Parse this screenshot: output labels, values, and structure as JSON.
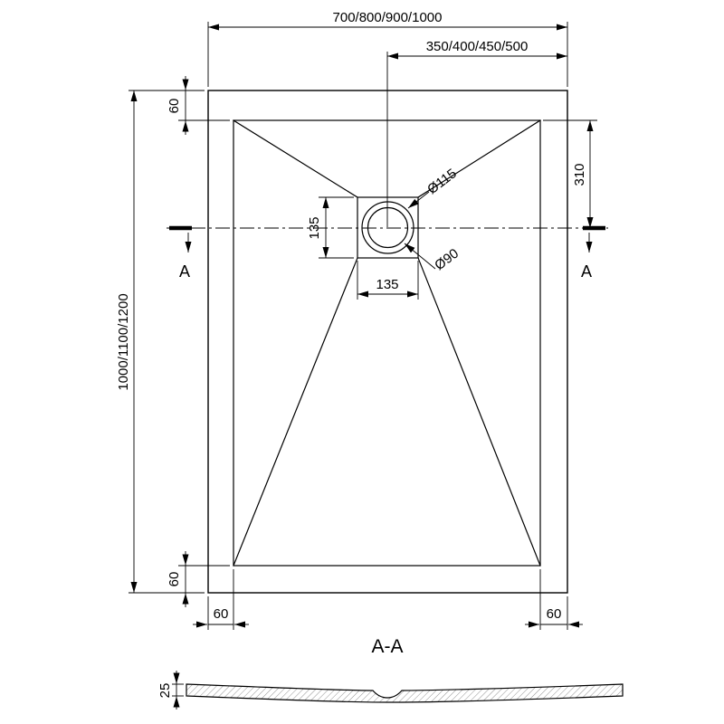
{
  "plan": {
    "width_options": "700/800/900/1000",
    "half_width_options": "350/400/450/500",
    "height_options": "1000/1100/1200",
    "top_inset": "60",
    "bottom_inset": "60",
    "bottom_left_inset": "60",
    "bottom_right_inset": "60",
    "drain_center_from_top": "310",
    "drain_box_height": "135",
    "drain_box_width": "135",
    "drain_outer_diameter": "Ø115",
    "drain_inner_diameter": "Ø90"
  },
  "section": {
    "cut_label_left": "A",
    "cut_label_right": "A",
    "title": "A-A",
    "thickness": "25"
  },
  "colors": {
    "line": "#000000",
    "background": "#ffffff"
  }
}
